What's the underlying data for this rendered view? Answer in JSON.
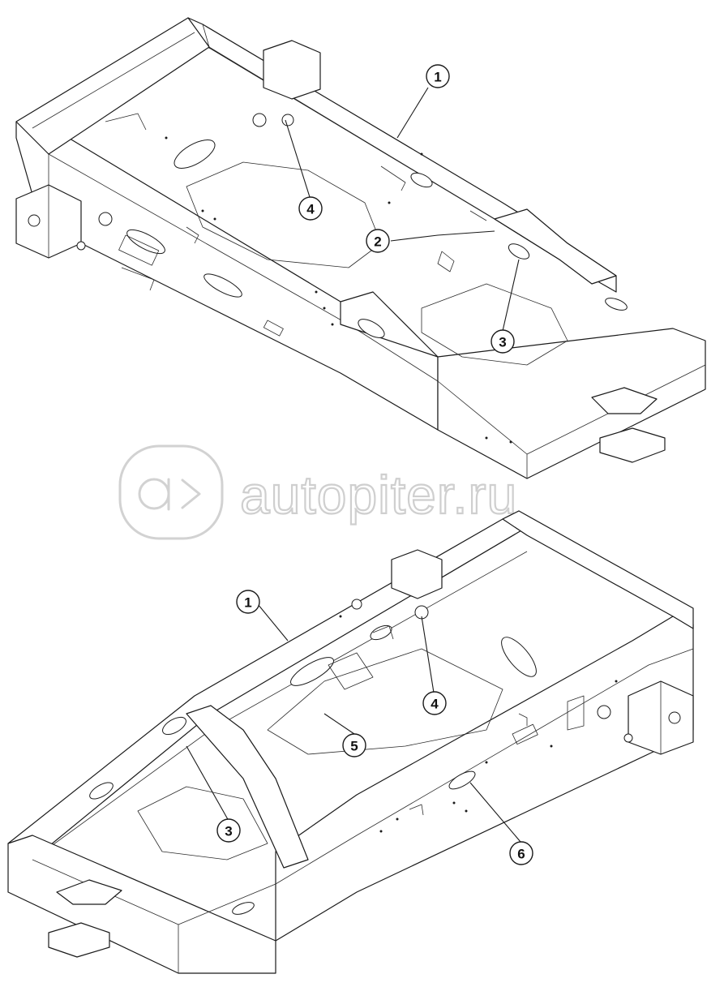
{
  "watermark": {
    "logo_text": "a>",
    "site": "autopiter.ru"
  },
  "callouts": {
    "top": [
      {
        "label": "1"
      },
      {
        "label": "2"
      },
      {
        "label": "3"
      },
      {
        "label": "4"
      }
    ],
    "bottom": [
      {
        "label": "1"
      },
      {
        "label": "3"
      },
      {
        "label": "4"
      },
      {
        "label": "5"
      },
      {
        "label": "6"
      }
    ]
  }
}
